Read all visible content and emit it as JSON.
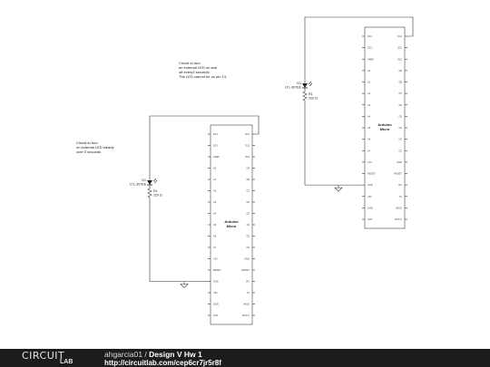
{
  "notes": {
    "top": "Circuit to turn\nan external LED on and\noff every3 seconds.\nThe LED cannot be on pin 13.",
    "left": "Circuit to turn\non external LED steady\nover 3 seconds"
  },
  "left_circuit": {
    "led_ref": "D1",
    "led_part": "LTL-307EE",
    "res_ref": "R1",
    "res_value": "220 Ω",
    "chip_name": "Arduino",
    "chip_model": "Micro",
    "left_pins": [
      "D12",
      "D13",
      "AREF",
      "A0",
      "A1",
      "A2",
      "A3",
      "A4",
      "A5",
      "A6",
      "A7",
      "+5V",
      "RESET",
      "GND",
      "VIN",
      "D/D0",
      "SCK"
    ],
    "right_pins": [
      "D11",
      "D11",
      "D10",
      "D9",
      "D8",
      "D7",
      "D6",
      "D5",
      "D4",
      "D3",
      "D2",
      "GND",
      "RESET",
      "RX",
      "TX",
      "MISO",
      "D/OUT"
    ]
  },
  "right_circuit": {
    "led_ref": "D1",
    "led_part": "LTL-307EE",
    "res_ref": "R1",
    "res_value": "220 Ω",
    "chip_name": "Arduino",
    "chip_model": "Micro",
    "left_pins": [
      "D12",
      "D13",
      "AREF",
      "A0",
      "A1",
      "A2",
      "A3",
      "A4",
      "A5",
      "A6",
      "A7",
      "+5V",
      "RESET",
      "GND",
      "VIN",
      "D/D0",
      "SCK"
    ],
    "right_pins": [
      "D11",
      "D11",
      "D10",
      "D9",
      "D8",
      "D7",
      "D6",
      "D5",
      "D4",
      "D3",
      "D2",
      "GND",
      "RESET",
      "RX",
      "TX",
      "MISO",
      "D/OUT"
    ]
  },
  "footer": {
    "logo_top": "CIRCUIT",
    "logo_bottom": "LAB",
    "author": "ahgarcia01",
    "separator": " / ",
    "project": "Design V Hw 1",
    "url": "http://circuitlab.com/cep6cr7jr5r8f"
  }
}
